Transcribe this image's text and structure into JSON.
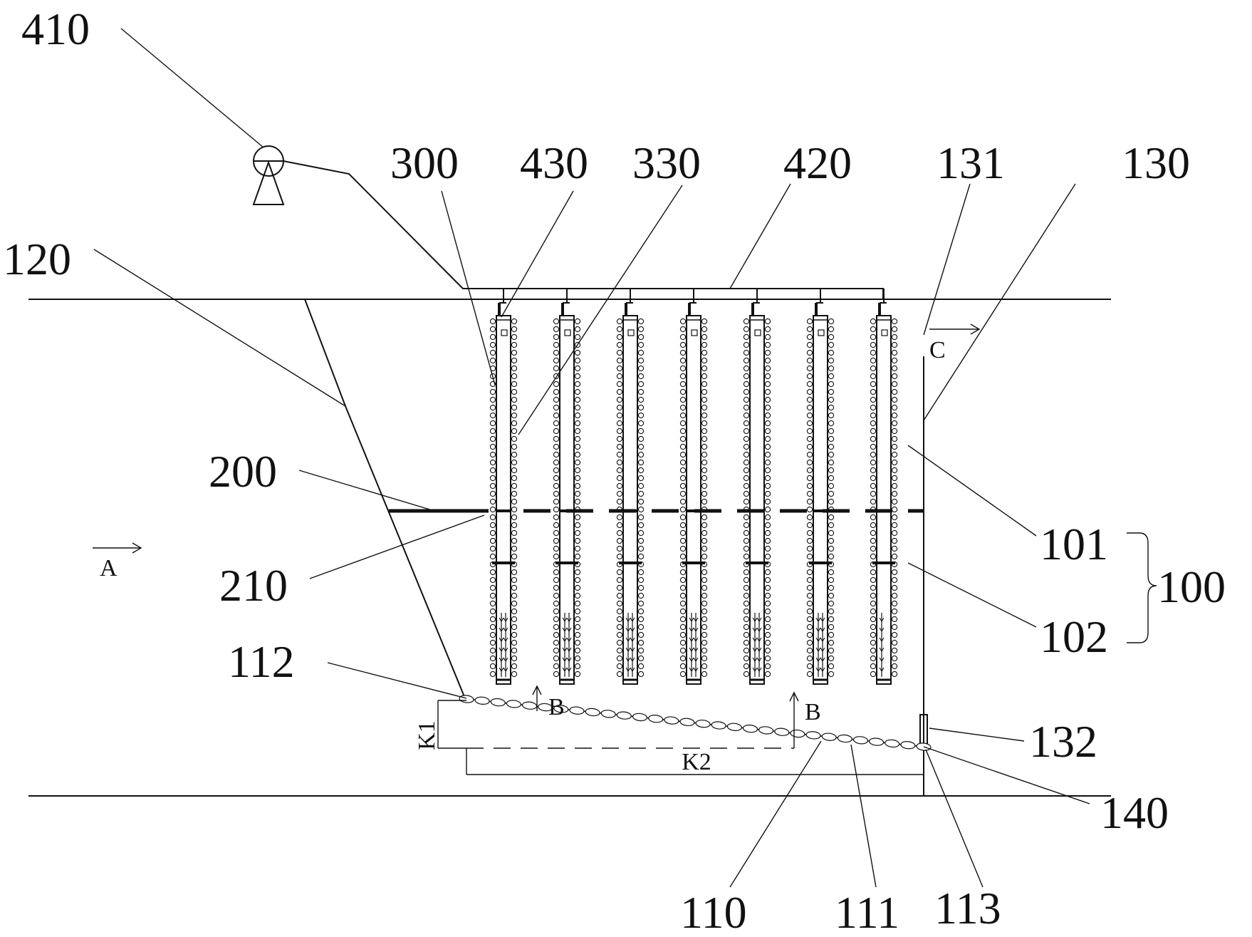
{
  "labels": {
    "l410": "410",
    "l300": "300",
    "l430": "430",
    "l330": "330",
    "l420": "420",
    "l131": "131",
    "l130": "130",
    "l120": "120",
    "l200": "200",
    "l210": "210",
    "l101": "101",
    "l102": "102",
    "l100": "100",
    "l112": "112",
    "l132": "132",
    "l140": "140",
    "l110": "110",
    "l111": "111",
    "l113": "113"
  },
  "markers": {
    "A": "A",
    "B1": "B",
    "B2": "B",
    "C": "C",
    "K1": "K1",
    "K2": "K2"
  },
  "tube_count": 7
}
